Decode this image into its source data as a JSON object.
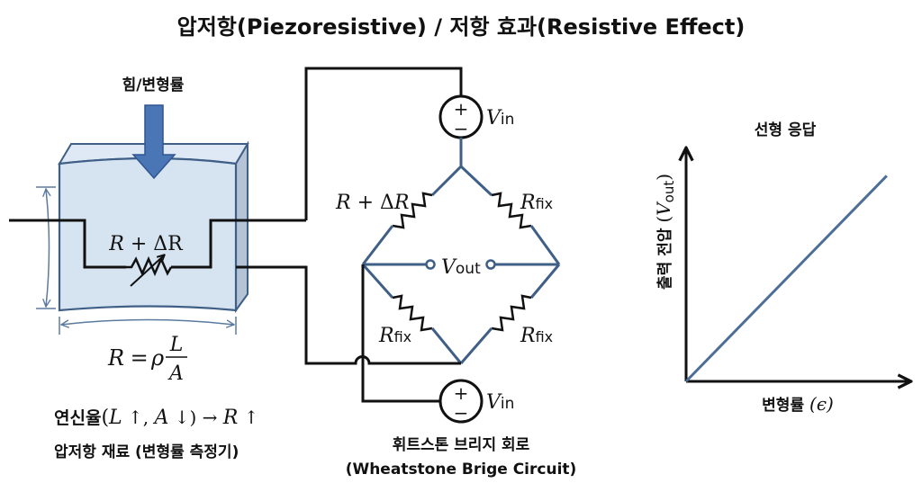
{
  "title": "압저항(Piezoresistive) / 저항 효과(Resistive Effect)",
  "colors": {
    "block_face": "#d6e4f2",
    "block_side": "#b4c3d6",
    "block_edge": "#3f5f86",
    "arrow_fill": "#4a76b6",
    "bridge_wire": "#3f5f86",
    "wire": "#111111",
    "plot_line": "#4d6e96"
  },
  "left_panel": {
    "force_label": "힘/변형률",
    "sensor_resistor": {
      "R": "R",
      "plus": " + ",
      "delta": "ΔR"
    },
    "formula": {
      "lhs": "R",
      "eq": " = ",
      "rho": "ρ",
      "num": "L",
      "den": "A"
    },
    "strain_line": {
      "korean": "연신율",
      "open": "(",
      "L": "L",
      "up1": " ↑, ",
      "A": "A",
      "down": " ↓)",
      "arrow": " → ",
      "R": "R",
      "up2": " ↑"
    },
    "caption": "압저항 재료 (변형률 측정기)",
    "icons": [
      "force-arrow-icon",
      "variable-resistor-icon",
      "height-dimension-icon",
      "length-dimension-icon"
    ]
  },
  "bridge": {
    "source_top": {
      "symbol_plus": "+",
      "symbol_minus": "−",
      "label_main": "V",
      "label_sub": "in"
    },
    "source_bottom": {
      "symbol_plus": "+",
      "symbol_minus": "−",
      "label_main": "V",
      "label_sub": "in"
    },
    "resistors": [
      {
        "position": "top-left",
        "main": "R + ΔR",
        "sub": ""
      },
      {
        "position": "top-right",
        "main": "R",
        "sub": "fix"
      },
      {
        "position": "bottom-left",
        "main": "R",
        "sub": "fix"
      },
      {
        "position": "bottom-right",
        "main": "R",
        "sub": "fix"
      }
    ],
    "vout": {
      "main": "V",
      "sub": "out"
    },
    "caption_kr": "휘트스톤 브리지 회로",
    "caption_en": "(Wheatstone Brige Circuit)"
  },
  "chart_data": {
    "type": "line",
    "title": "선형 응답",
    "xlabel": "변형률 (ϵ)",
    "xlabel_kr": "변형률 ",
    "xlabel_sym": "(ϵ)",
    "ylabel_kr": "출력 전압 ",
    "ylabel_sym_open": "(",
    "ylabel_sym_main": "V",
    "ylabel_sym_sub": "out",
    "ylabel_sym_close": ")",
    "ylabel": "출력 전압 (Vout)",
    "x": [
      0,
      1
    ],
    "y": [
      0,
      1
    ],
    "xlim": [
      0,
      1.05
    ],
    "ylim": [
      0,
      1.05
    ],
    "ticks": "none",
    "grid": false,
    "legend": "none"
  }
}
